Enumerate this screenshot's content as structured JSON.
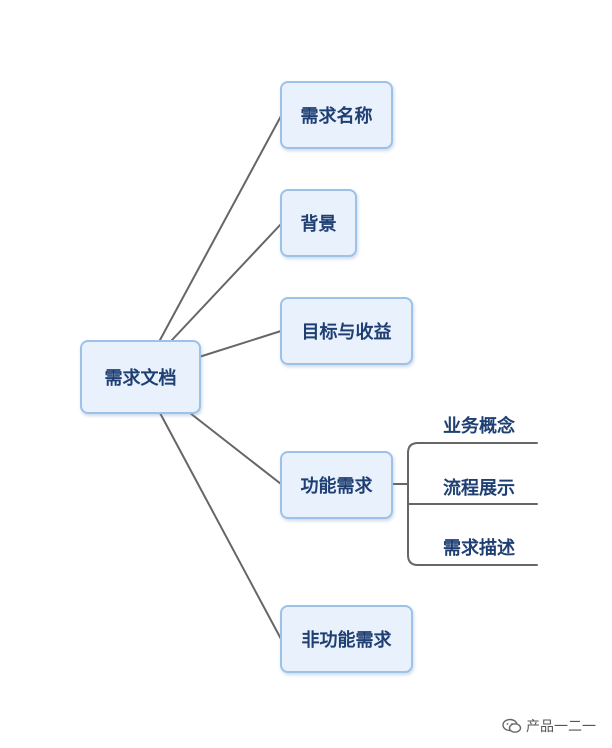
{
  "root": {
    "label": "需求文档"
  },
  "branches": [
    {
      "label": "需求名称"
    },
    {
      "label": "背景"
    },
    {
      "label": "目标与收益"
    },
    {
      "label": "功能需求",
      "children": [
        "业务概念",
        "流程展示",
        "需求描述"
      ]
    },
    {
      "label": "非功能需求"
    }
  ],
  "watermark": {
    "text": "产品一二一",
    "icon": "wechat-icon"
  },
  "colors": {
    "node_fill": "#e9f1fc",
    "node_border": "#9cc2ea",
    "text": "#1f3f73",
    "line": "#666666"
  }
}
